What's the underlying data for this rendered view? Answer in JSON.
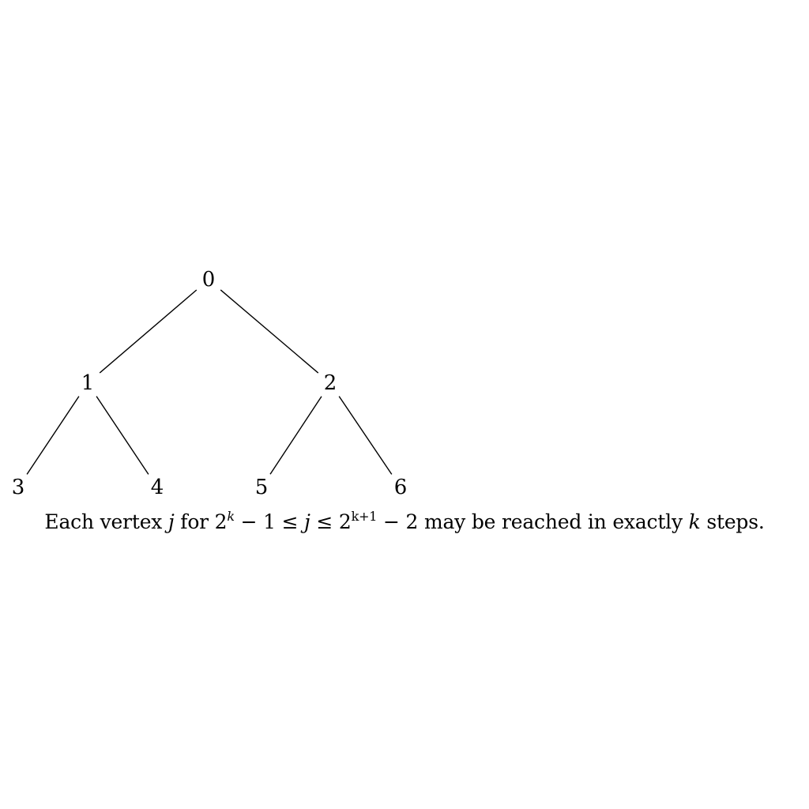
{
  "diagram": {
    "type": "binary-tree",
    "nodes": [
      {
        "id": "n0",
        "label": "0"
      },
      {
        "id": "n1",
        "label": "1"
      },
      {
        "id": "n2",
        "label": "2"
      },
      {
        "id": "n3",
        "label": "3"
      },
      {
        "id": "n4",
        "label": "4"
      },
      {
        "id": "n5",
        "label": "5"
      },
      {
        "id": "n6",
        "label": "6"
      }
    ],
    "edges": [
      {
        "from": "n0",
        "to": "n1"
      },
      {
        "from": "n0",
        "to": "n2"
      },
      {
        "from": "n1",
        "to": "n3"
      },
      {
        "from": "n1",
        "to": "n4"
      },
      {
        "from": "n2",
        "to": "n5"
      },
      {
        "from": "n2",
        "to": "n6"
      }
    ]
  },
  "caption": {
    "text_1": "Each vertex ",
    "var_j_1": "j",
    "text_2": " for 2",
    "sup_1": "k",
    "text_3": " − 1 ≤ ",
    "var_j_2": "j",
    "text_4": " ≤ 2",
    "sup_2": "k+1",
    "text_5": " − 2 may be reached in exactly ",
    "var_k": "k",
    "text_6": " steps."
  }
}
